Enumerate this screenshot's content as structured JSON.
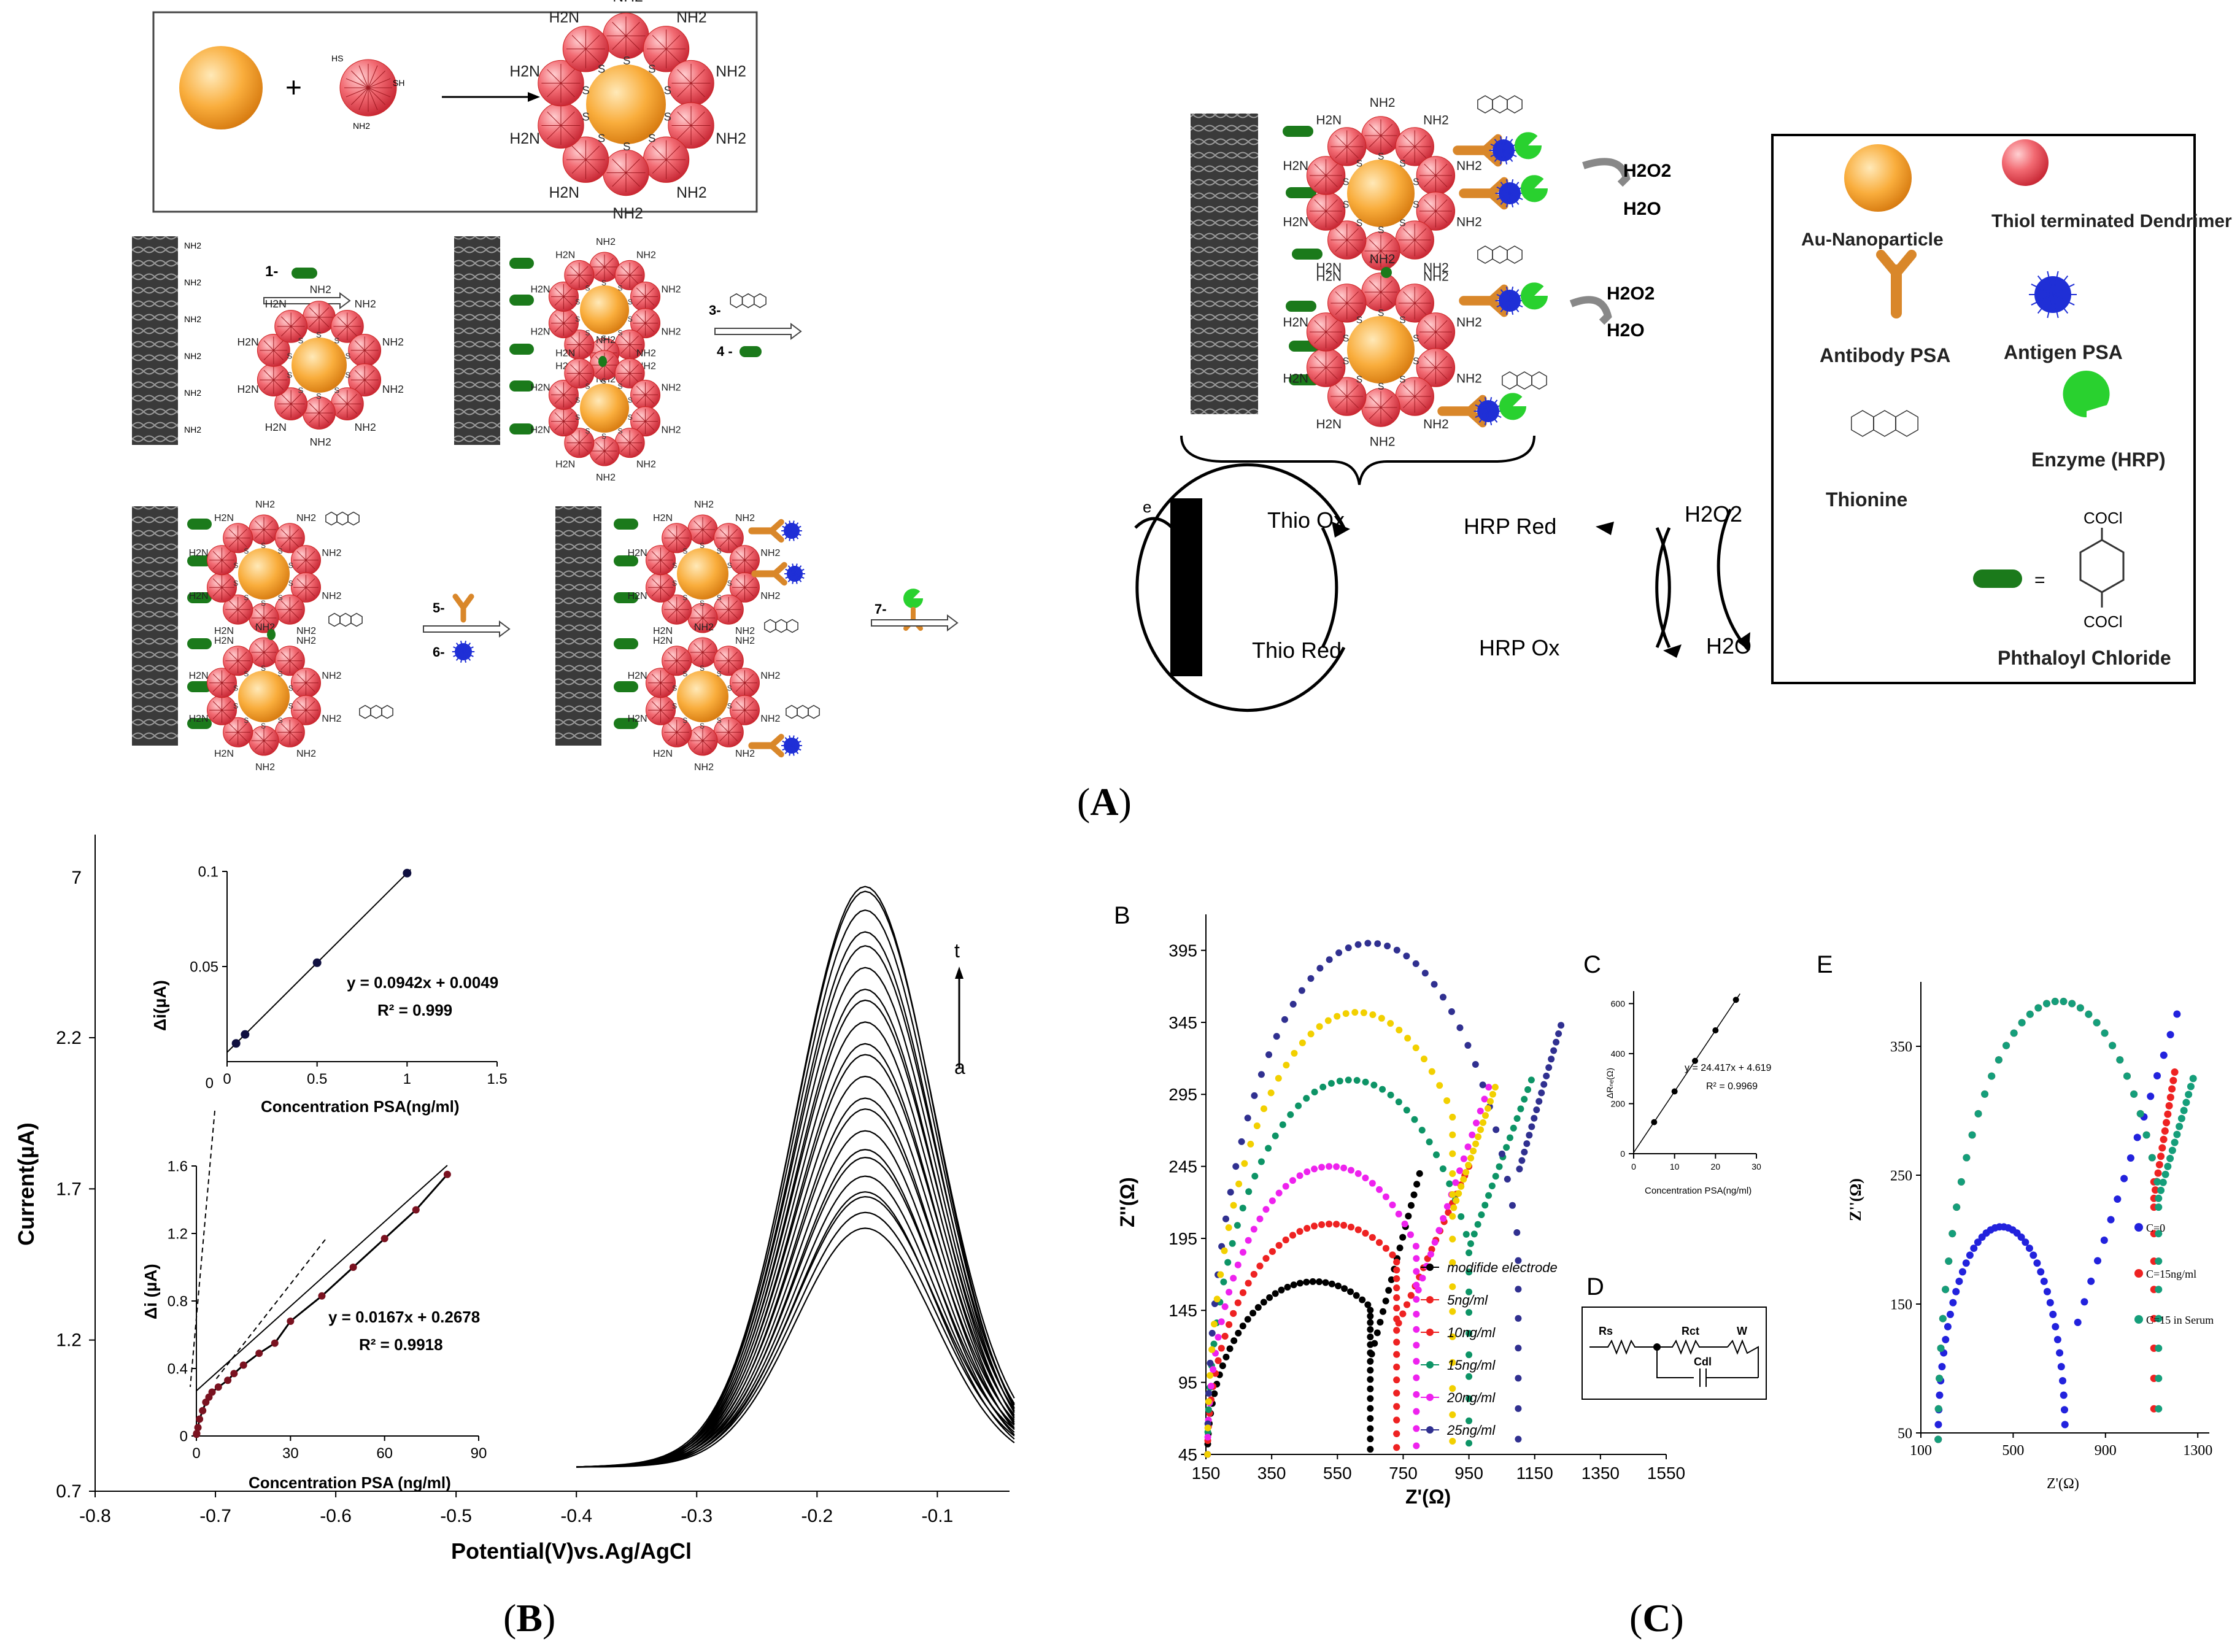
{
  "captions": {
    "A": "A",
    "B": "B",
    "C": "C"
  },
  "scheme_A": {
    "amino_labels": {
      "nh2": "NH2",
      "h2n": "H2N",
      "nh": "NH",
      "s": "S",
      "sh": "SH",
      "hs": "HS"
    },
    "plus": "+",
    "steps": {
      "s1": "1-",
      "s3": "3-",
      "s4": "4 -",
      "s5": "5-",
      "s6": "6-",
      "s7": "7-"
    },
    "reaction": {
      "h2o2": "H2O2",
      "h2o": "H2O"
    },
    "cycle": {
      "e": "e",
      "thio_ox": "Thio Ox",
      "thio_red": "Thio Red",
      "hrp_red": "HRP Red",
      "hrp_ox": "HRP Ox",
      "h2o2": "H2O2",
      "h2o": "H2O"
    },
    "legend": {
      "au": "Au-Nanoparticle",
      "dendrimer": "Thiol terminated Dendrimer",
      "antibody": "Antibody PSA",
      "antigen": "Antigen PSA",
      "thionine": "Thionine",
      "enzyme": "Enzyme (HRP)",
      "cocl": "COCl",
      "equals": "=",
      "phthaloyl": "Phthaloyl Chloride"
    },
    "colors": {
      "au": "#f7a530",
      "dendrimer": "#e8454f",
      "linker": "#1b7a1b",
      "antibody": "#d9872a",
      "antigen": "#1f2fd6",
      "enzyme": "#29d12f"
    }
  },
  "chart_data": [
    {
      "id": "B-main",
      "type": "line",
      "xlabel": "Potential(V)vs.Ag/AgCl",
      "ylabel": "Current(µA)",
      "x_ticks": [
        "-0.8",
        "-0.7",
        "-0.6",
        "-0.5",
        "-0.4",
        "-0.3",
        "-0.2",
        "-0.1"
      ],
      "y_ticks": [
        "0.7",
        "1.2",
        "1.7",
        "2.2",
        "7"
      ],
      "xlim": [
        -0.8,
        -0.04
      ],
      "peak_potential": -0.16,
      "baseline": 0.78,
      "peak_currents": [
        1.57,
        1.61,
        1.65,
        1.69,
        1.73,
        1.78,
        1.83,
        1.88,
        1.94,
        2.0,
        2.06,
        2.12,
        2.18,
        2.24,
        2.3,
        2.36,
        2.42,
        2.48,
        2.55,
        2.61,
        2.66,
        2.7
      ],
      "annotations": {
        "top": "t",
        "bottom": "a"
      }
    },
    {
      "id": "B-inset-low",
      "type": "scatter",
      "xlabel": "Concentration PSA(ng/ml)",
      "ylabel": "Δi(µA)",
      "x_ticks": [
        "0",
        "0.5",
        "1",
        "1.5"
      ],
      "y_ticks": [
        "0.05",
        "0.1"
      ],
      "xlim": [
        0,
        1.5
      ],
      "ylim": [
        0,
        0.1
      ],
      "x": [
        0.05,
        0.1,
        0.5,
        1.0
      ],
      "y": [
        0.0096,
        0.0143,
        0.052,
        0.0991
      ],
      "equation": "y = 0.0942x + 0.0049",
      "r2": "R² = 0.999"
    },
    {
      "id": "B-inset-high",
      "type": "scatter",
      "xlabel": "Concentration PSA (ng/ml)",
      "ylabel": "Δi (µA)",
      "x_ticks": [
        "0",
        "30",
        "60",
        "90"
      ],
      "y_ticks": [
        "0",
        "0.4",
        "0.8",
        "1.2",
        "1.6"
      ],
      "xlim": [
        0,
        90
      ],
      "ylim": [
        0,
        1.6
      ],
      "x": [
        0.05,
        0.1,
        0.5,
        1,
        2,
        3,
        4,
        5,
        7,
        10,
        12,
        15,
        20,
        25,
        30,
        40,
        50,
        60,
        70,
        80
      ],
      "y": [
        0.01,
        0.015,
        0.05,
        0.1,
        0.15,
        0.2,
        0.23,
        0.26,
        0.29,
        0.33,
        0.37,
        0.42,
        0.49,
        0.55,
        0.68,
        0.83,
        1.0,
        1.17,
        1.34,
        1.55
      ],
      "equation": "y = 0.0167x + 0.2678",
      "r2": "R² = 0.9918"
    },
    {
      "id": "C-B",
      "type": "scatter",
      "panel_letter": "B",
      "xlabel": "Z'(Ω)",
      "ylabel": "Z''(Ω)",
      "x_ticks": [
        "150",
        "350",
        "550",
        "750",
        "950",
        "1150",
        "1350",
        "1550"
      ],
      "y_ticks": [
        "45",
        "95",
        "145",
        "195",
        "245",
        "295",
        "345",
        "395"
      ],
      "xlim": [
        150,
        1550
      ],
      "ylim": [
        45,
        420
      ],
      "series": [
        {
          "name": "modifide electrode",
          "color": "#000000",
          "peak": 165,
          "center": 480,
          "valley_x": 650,
          "end_x": 800,
          "end_y": 240
        },
        {
          "name": "5ng/ml",
          "color": "#ee2222",
          "peak": 205,
          "center": 530,
          "valley_x": 730,
          "end_x": 950,
          "end_y": 245
        },
        {
          "name": "10ng/ml",
          "color": "#ee2222",
          "peak": 205,
          "center": 530,
          "valley_x": 730,
          "end_x": 950,
          "end_y": 245
        },
        {
          "name": "15ng/ml",
          "color": "#0d9466",
          "peak": 305,
          "center": 590,
          "valley_x": 950,
          "end_x": 1140,
          "end_y": 305
        },
        {
          "name": "20ng/ml",
          "color": "#ee22ee",
          "peak": 245,
          "center": 530,
          "valley_x": 790,
          "end_x": 1010,
          "end_y": 300
        },
        {
          "name": "25ng/ml",
          "color": "#303090",
          "peak": 400,
          "center": 650,
          "valley_x": 1100,
          "end_x": 1230,
          "end_y": 343
        },
        {
          "name": "",
          "color": "#f2d000",
          "peak": 352,
          "center": 610,
          "valley_x": 900,
          "end_x": 1030,
          "end_y": 300
        }
      ]
    },
    {
      "id": "C-C",
      "type": "scatter",
      "panel_letter": "C",
      "xlabel": "Concentration  PSA(ng/ml)",
      "ylabel": "ΔRₙₑ(Ω)",
      "x_ticks": [
        "0",
        "10",
        "20",
        "30"
      ],
      "y_ticks": [
        "0",
        "200",
        "400",
        "600"
      ],
      "xlim": [
        0,
        30
      ],
      "ylim": [
        0,
        650
      ],
      "x": [
        5,
        10,
        15,
        20,
        25
      ],
      "y": [
        126,
        249,
        371,
        493,
        615
      ],
      "equation": "y = 24.417x + 4.619",
      "r2": "R² = 0.9969"
    },
    {
      "id": "C-D",
      "type": "table",
      "panel_letter": "D",
      "components": [
        "Rs",
        "Rct",
        "W",
        "Cdl"
      ]
    },
    {
      "id": "C-E",
      "type": "scatter",
      "panel_letter": "E",
      "xlabel": "Z'(Ω)",
      "ylabel": "Z''(Ω)",
      "x_ticks": [
        "100",
        "500",
        "900",
        "1300"
      ],
      "y_ticks": [
        "50",
        "150",
        "250",
        "350"
      ],
      "xlim": [
        100,
        1350
      ],
      "ylim": [
        50,
        400
      ],
      "series": [
        {
          "name": "C=0",
          "color": "#2222dd",
          "peak": 210,
          "center": 450,
          "valley_x": 780,
          "end_x": 1210,
          "end_y": 375
        },
        {
          "name": "C=15ng/ml",
          "color": "#ee2222",
          "peak": 385,
          "center": 700,
          "valley_x": 1110,
          "end_x": 1200,
          "end_y": 330
        },
        {
          "name": "C=15 in Serum",
          "color": "#159e7a",
          "peak": 385,
          "center": 700,
          "valley_x": 1130,
          "end_x": 1280,
          "end_y": 325
        }
      ]
    }
  ]
}
